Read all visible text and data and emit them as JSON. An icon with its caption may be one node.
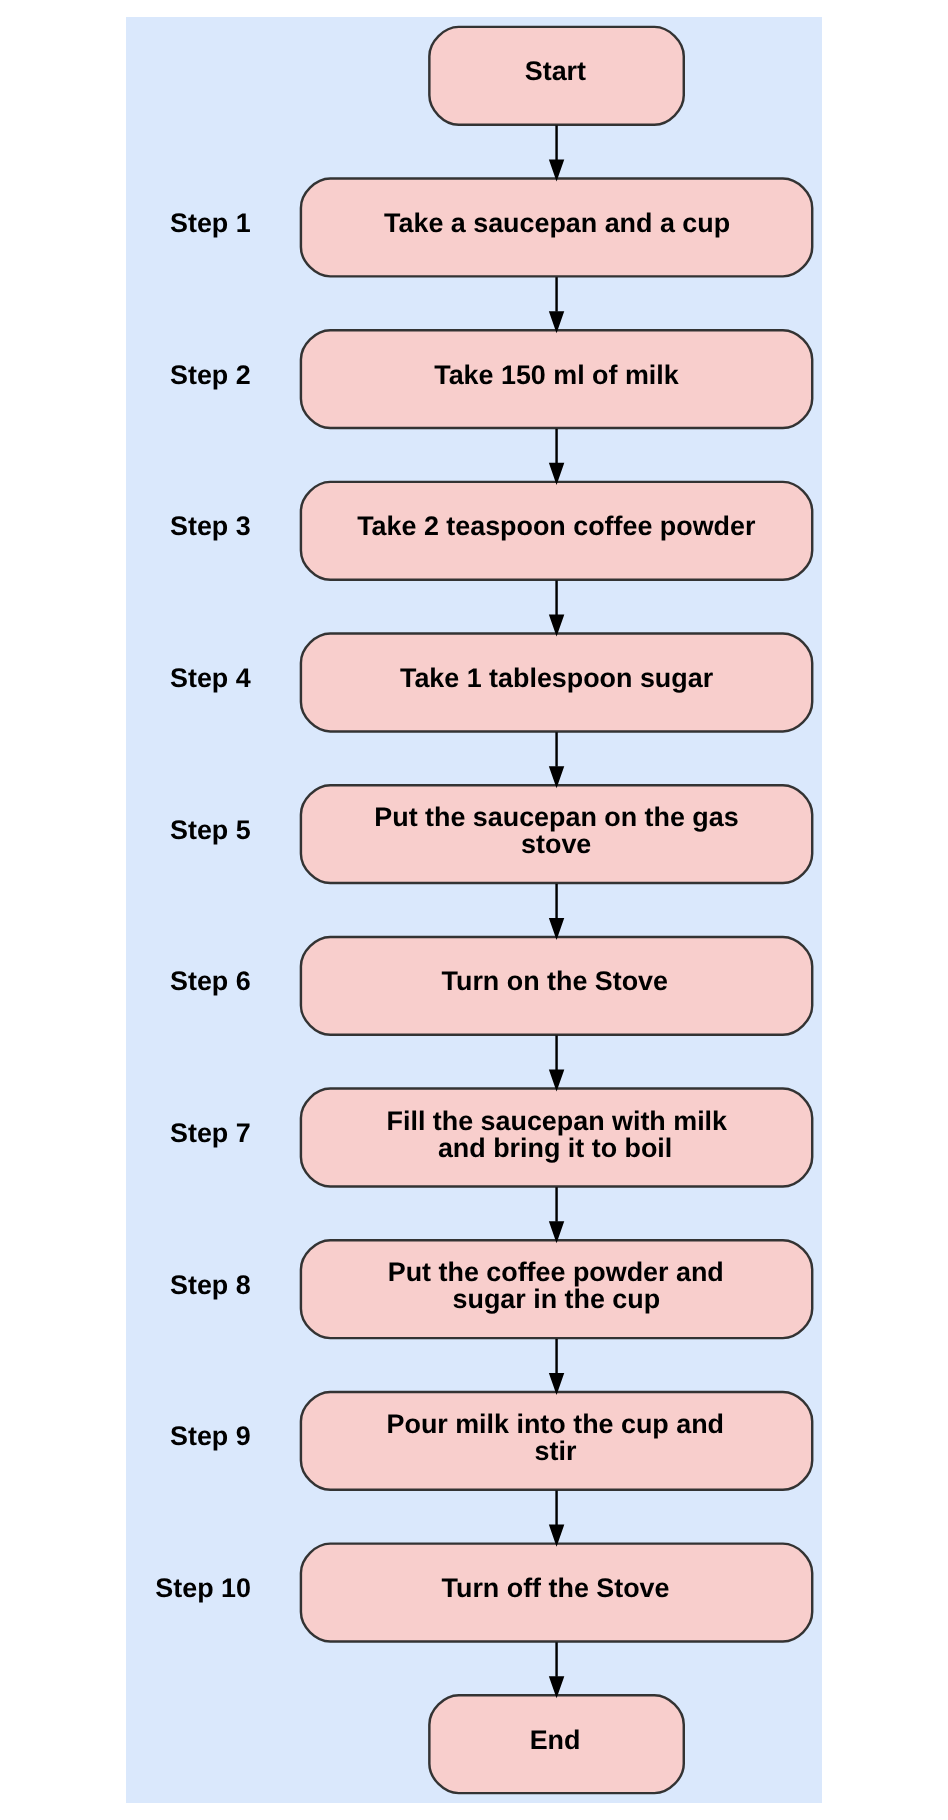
{
  "diagram": {
    "nodes": [
      {
        "text": [
          "Start"
        ]
      },
      {
        "text": [
          "Take a saucepan and a cup"
        ],
        "beside": [
          "Step 1"
        ]
      },
      {
        "text": [
          "Take 150 ml of milk"
        ],
        "beside": [
          "Step 2"
        ]
      },
      {
        "text": [
          "Take 2 teaspoon coffee powder"
        ],
        "beside": [
          "Step 3"
        ]
      },
      {
        "text": [
          "Take 1 tablespoon sugar"
        ],
        "beside": [
          "Step 4"
        ]
      },
      {
        "text": [
          "Put the saucepan on the gas stove"
        ],
        "beside": [
          "Step 5"
        ]
      },
      {
        "text": [
          "Turn on the Stove"
        ],
        "beside": [
          "Step 6"
        ]
      },
      {
        "text": [
          "Fill the saucepan with milk and bring it to boil"
        ],
        "beside": [
          "Step 7"
        ]
      },
      {
        "text": [
          "Put the coffee powder and sugar in the cup"
        ],
        "beside": [
          "Step 8"
        ]
      },
      {
        "text": [
          "Pour milk into the cup and stir"
        ],
        "beside": [
          "Step 9"
        ]
      },
      {
        "text": [
          "Turn off the Stove"
        ],
        "beside": [
          "Step 10"
        ]
      },
      {
        "text": [
          "End"
        ]
      }
    ],
    "edges": [
      {
        "from": 0,
        "to": 1,
        "arrow": "to"
      },
      {
        "from": 1,
        "to": 2,
        "arrow": "to"
      },
      {
        "from": 2,
        "to": 3,
        "arrow": "to"
      },
      {
        "from": 3,
        "to": 4,
        "arrow": "to"
      },
      {
        "from": 4,
        "to": 5,
        "arrow": "to"
      },
      {
        "from": 5,
        "to": 6,
        "arrow": "to"
      },
      {
        "from": 6,
        "to": 7,
        "arrow": "to"
      },
      {
        "from": 7,
        "to": 8,
        "arrow": "to"
      },
      {
        "from": 8,
        "to": 9,
        "arrow": "to"
      },
      {
        "from": 9,
        "to": 10,
        "arrow": "to"
      },
      {
        "from": 10,
        "to": 11,
        "arrow": "to"
      }
    ]
  }
}
